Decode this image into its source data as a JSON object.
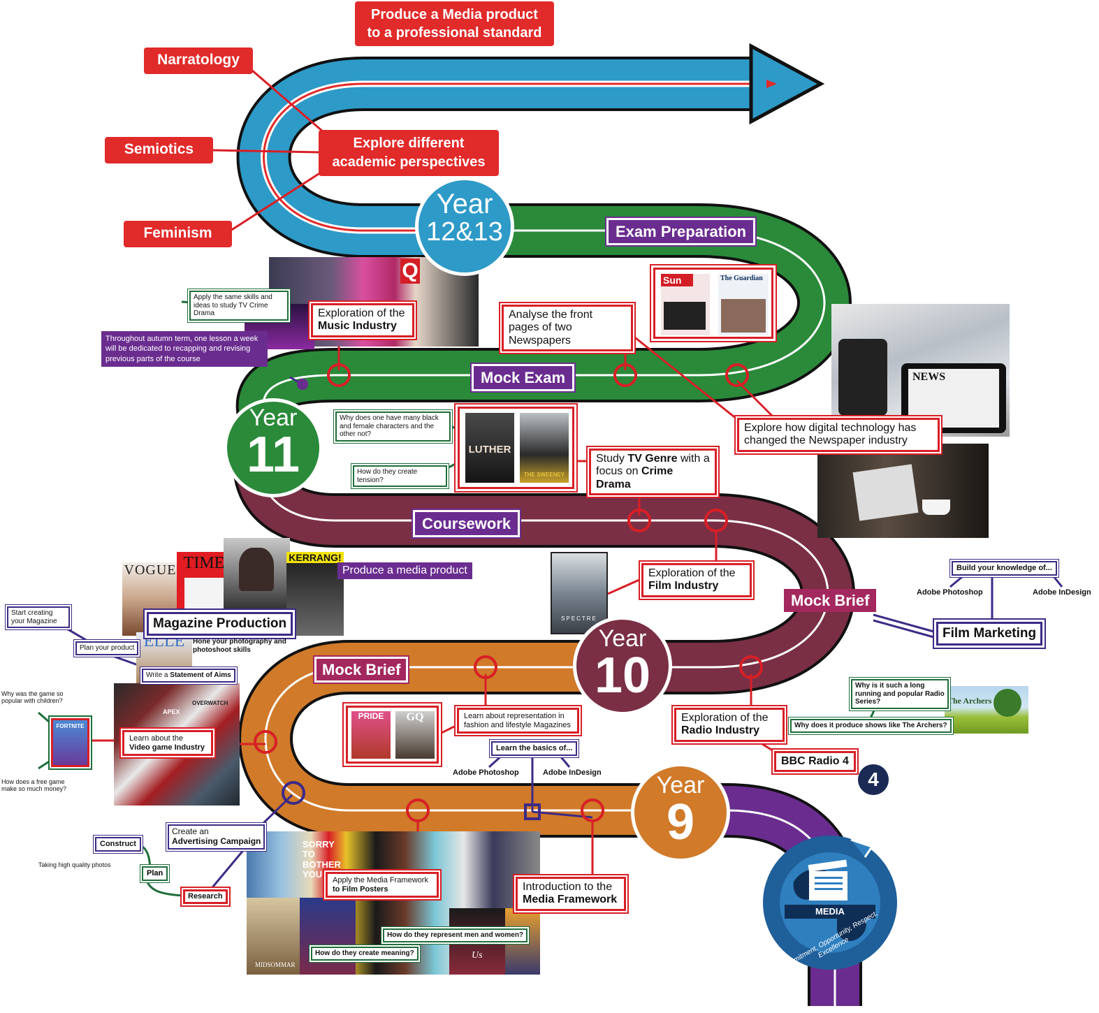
{
  "years": {
    "y1213_word": "Year",
    "y1213_num": "12&13",
    "y11_word": "Year",
    "y11_num": "11",
    "y10_word": "Year",
    "y10_num": "10",
    "y9_word": "Year",
    "y9_num": "9"
  },
  "top": {
    "goal": "Produce a Media product to a professional standard",
    "narratology": "Narratology",
    "semiotics": "Semiotics",
    "feminism": "Feminism",
    "explore": "Explore different academic perspectives"
  },
  "y1213": {
    "exam_preparation": "Exam Preparation",
    "apply_skills": "Apply the same skills and ideas to study TV Crime Drama",
    "music_line1": "Exploration of the",
    "music_line2": "Music Industry",
    "newspapers": "Analyse the front pages of two Newspapers"
  },
  "y11": {
    "autumn_note": "Throughout autumn term, one lesson a week will be dedicated to recapping and revising previous parts of the course",
    "mock_exam": "Mock Exam",
    "digital": "Explore how digital technology has changed the Newspaper industry",
    "black_female": "Why does one have many black and female characters and the other not?",
    "tension": "How do they create tension?",
    "tv_genre_a": "Study ",
    "tv_genre_b": "TV Genre",
    "tv_genre_c": " with a",
    "tv_genre_d": "focus on ",
    "tv_genre_e": "Crime Drama",
    "coursework": "Coursework",
    "produce": "Produce a media product",
    "film_line1": "Exploration of the",
    "film_line2": "Film Industry"
  },
  "y10": {
    "mock_brief_right": "Mock Brief",
    "build_knowledge": "Build your knowledge of...",
    "adobe_photoshop_r": "Adobe Photoshop",
    "adobe_indesign_r": "Adobe InDesign",
    "film_marketing": "Film Marketing",
    "start_creating": "Start creating your Magazine",
    "plan_product": "Plan your product",
    "magazine_production": "Magazine Production",
    "hone": "Hone your photography and photoshoot skills",
    "statement_a": "Write a ",
    "statement_b": "Statement of Aims",
    "mock_brief_left": "Mock Brief",
    "representation": "Learn about representation in fashion and lifestyle Magazines",
    "learn_basics": "Learn the basics of...",
    "adobe_photoshop_c": "Adobe Photoshop",
    "adobe_indesign_c": "Adobe InDesign",
    "radio_line1": "Exploration of the",
    "radio_line2": "Radio Industry",
    "bbc_radio": "BBC Radio 4",
    "radio_badge": "4",
    "archers_q1": "Why is it such a long running and popular Radio Series?",
    "archers_q2": "Why does it produce shows like The Archers?",
    "archers_logo": "The Archers",
    "game_popular": "Why was the game so popular with children?",
    "game_free": "How does a free game make so much money?",
    "video_line1": "Learn about the",
    "video_line2": "Video game Industry"
  },
  "y9": {
    "create_a": "Create an",
    "create_b": "Advertising Campaign",
    "construct": "Construct",
    "plan": "Plan",
    "research": "Research",
    "quality_photos": "Taking high quality photos",
    "film_posters_a": "Apply the Media Framework",
    "film_posters_b": "to Film Posters",
    "intro_line1": "Introduction to the",
    "intro_line2": "Media Framework",
    "men_women": "How do they represent men and women?",
    "meaning": "How do they create meaning?"
  },
  "logo": {
    "media": "MEDIA",
    "motto": "Commitment, Opportunity, Respect, Excellence"
  },
  "thumbs": {
    "fortnite": "FORTNITE",
    "luther": "LUTHER",
    "sweeney": "THE SWEENEY",
    "time": "TIME",
    "vogue": "VOGUE",
    "kerrang": "KERRANG!",
    "elle": "ELLE",
    "pride": "PRIDE",
    "gq": "GQ",
    "news": "NEWS",
    "sun": "Sun",
    "guardian": "The Guardian",
    "q": "Q",
    "sorry": "SORRY TO BOTHER YOU",
    "apex": "APEX",
    "overwatch": "OVERWATCH",
    "spectre": "SPECTRE",
    "midsommar": "MIDSOMMAR",
    "us": "Us"
  },
  "colors": {
    "blue": "#2e9ac7",
    "green": "#2a8a3a",
    "maroon": "#7a2f45",
    "orange": "#d07a2a",
    "purple": "#6a2d8f",
    "red": "#d81f26",
    "navy": "#1b3a6b"
  }
}
